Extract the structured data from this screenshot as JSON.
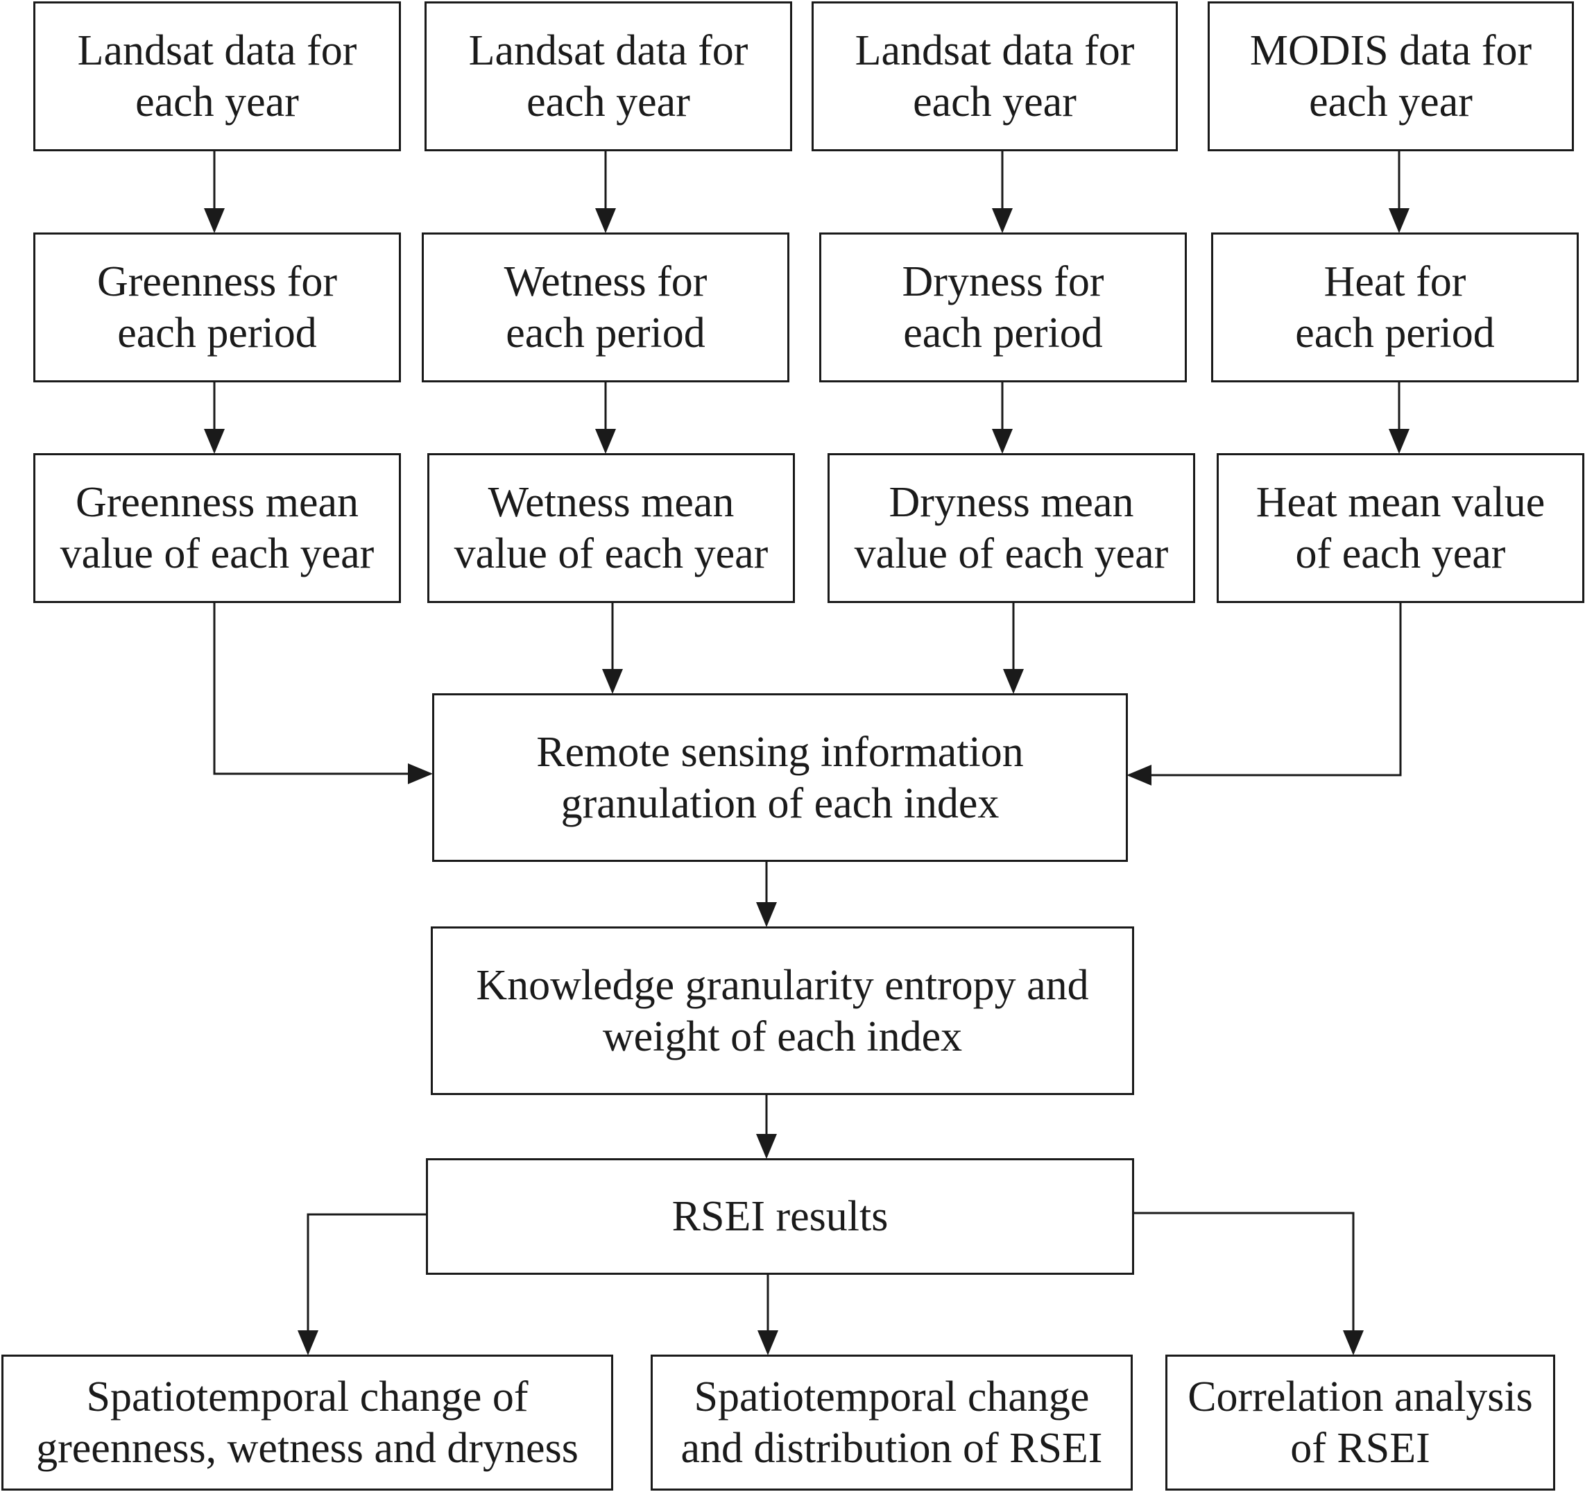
{
  "row1": {
    "landsat_greenness": "Landsat data for\neach year",
    "landsat_wetness": "Landsat data for\neach year",
    "landsat_dryness": "Landsat data for\neach year",
    "modis_heat": "MODIS data for\neach year"
  },
  "row2": {
    "greenness_period": "Greenness for\neach period",
    "wetness_period": "Wetness for\neach period",
    "dryness_period": "Dryness for\neach period",
    "heat_period": "Heat for\neach period"
  },
  "row3": {
    "greenness_mean": "Greenness mean\nvalue of each year",
    "wetness_mean": "Wetness mean\nvalue of each year",
    "dryness_mean": "Dryness mean\nvalue of each year",
    "heat_mean": "Heat mean value\nof each year"
  },
  "center": {
    "granulation": "Remote sensing information\ngranulation of each index",
    "entropy_weight": "Knowledge granularity entropy and\nweight of each index",
    "rsei_results": "RSEI results"
  },
  "outputs": {
    "spatiotemporal_gwd": "Spatiotemporal change of\ngreenness, wetness and dryness",
    "spatiotemporal_rsei": "Spatiotemporal change\nand distribution of RSEI",
    "correlation_rsei": "Correlation analysis\nof RSEI"
  }
}
